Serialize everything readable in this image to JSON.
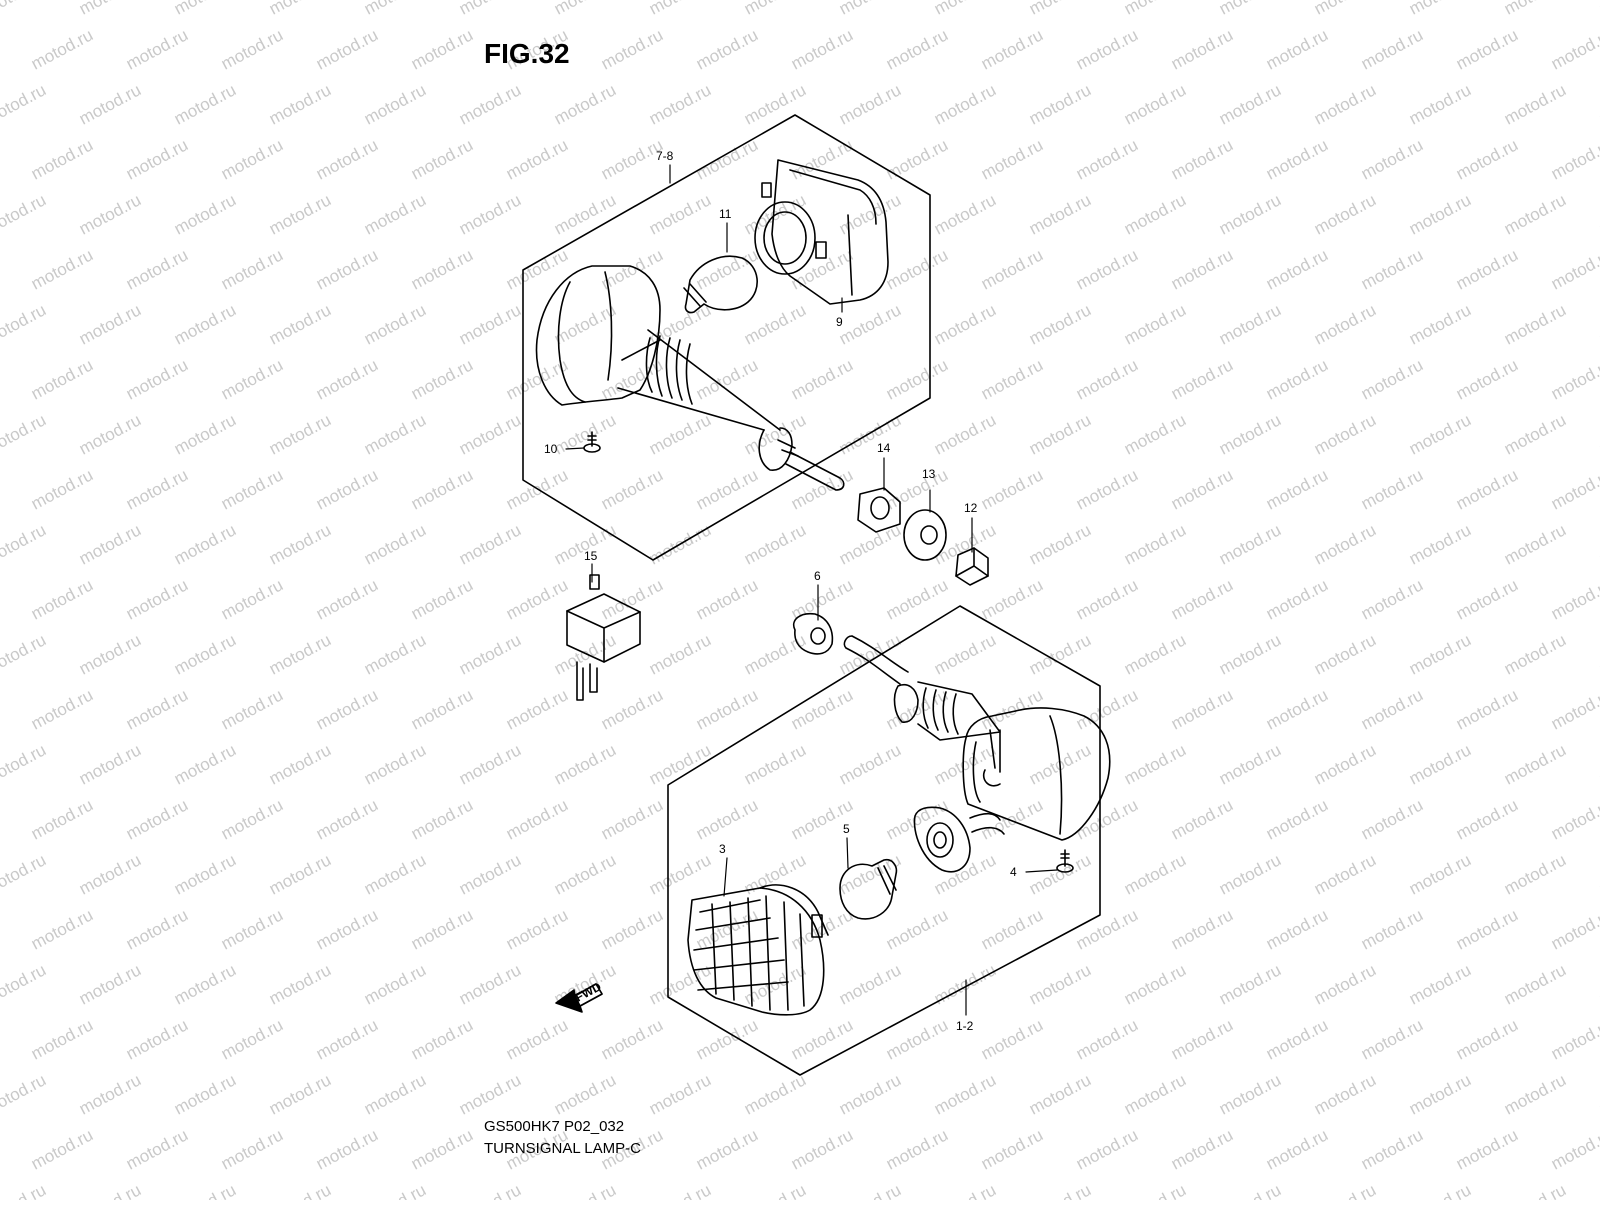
{
  "figure": {
    "title": "FIG.32",
    "model_code": "GS500HK7 P02_032",
    "section_name": "TURNSIGNAL LAMP-C",
    "watermark": "motod.ru",
    "fwd_label": "FWD"
  },
  "callouts": [
    "7-8",
    "11",
    "9",
    "10",
    "14",
    "13",
    "12",
    "15",
    "6",
    "3",
    "5",
    "4",
    "1-2"
  ],
  "colors": {
    "ink": "#000000",
    "watermark": "#c9c9c9",
    "background": "#ffffff"
  }
}
